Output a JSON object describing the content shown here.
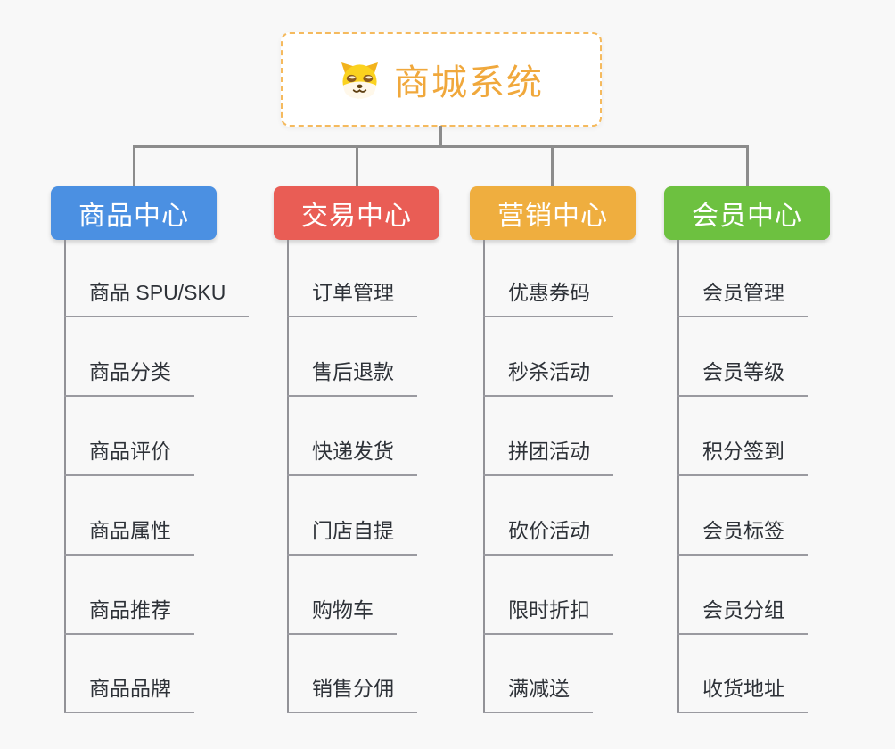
{
  "root": {
    "title": "商城系统",
    "title_color": "#F0A83C",
    "icon": "doge-face"
  },
  "branches": [
    {
      "label": "商品中心",
      "color": "#4B90E2",
      "children": [
        "商品 SPU/SKU",
        "商品分类",
        "商品评价",
        "商品属性",
        "商品推荐",
        "商品品牌"
      ]
    },
    {
      "label": "交易中心",
      "color": "#E95D55",
      "children": [
        "订单管理",
        "售后退款",
        "快递发货",
        "门店自提",
        "购物车",
        "销售分佣"
      ]
    },
    {
      "label": "营销中心",
      "color": "#EFAE3F",
      "children": [
        "优惠券码",
        "秒杀活动",
        "拼团活动",
        "砍价活动",
        "限时折扣",
        "满减送"
      ]
    },
    {
      "label": "会员中心",
      "color": "#6DC140",
      "children": [
        "会员管理",
        "会员等级",
        "积分签到",
        "会员标签",
        "会员分组",
        "收货地址"
      ]
    }
  ],
  "colors": {
    "background": "#F8F8F8",
    "connector": "#8C8C8C",
    "leaf_underline": "#9A9AA0",
    "leaf_text": "#2E3238",
    "root_border": "#F5BA5E"
  }
}
